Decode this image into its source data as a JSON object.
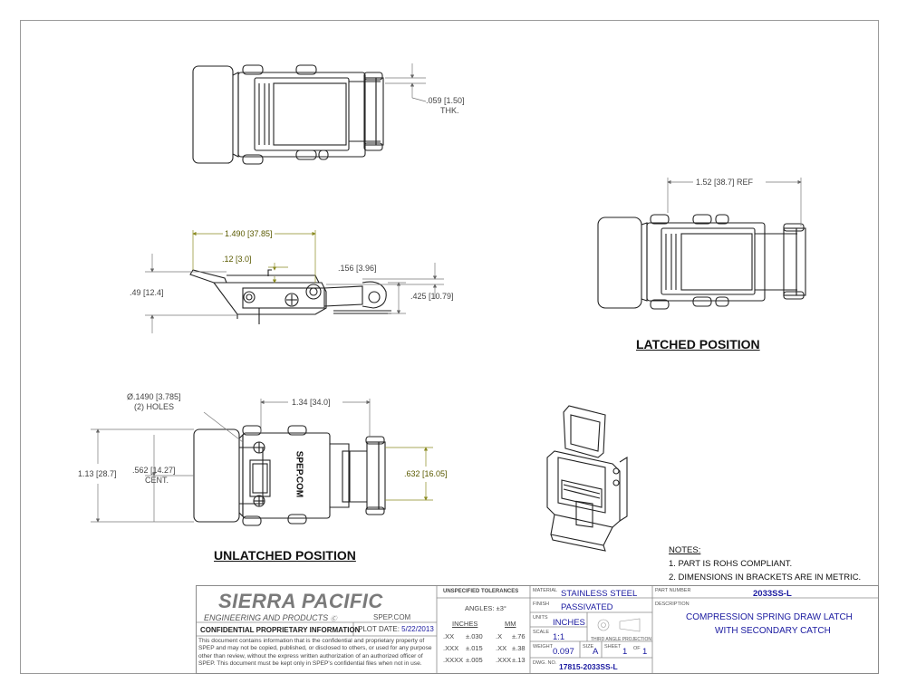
{
  "views": {
    "top": {
      "thk_dim": ".059 [1.50]",
      "thk_label": "THK."
    },
    "side": {
      "length_dim": "1.490 [37.85]",
      "gap_dim": ".12 [3.0]",
      "height_dim": ".49 [12.4]",
      "offset_dim": ".156 [3.96]",
      "hook_dim": ".425 [10.79]"
    },
    "unlatched_plan": {
      "hole_dim": "Ø.1490 [3.785]",
      "hole_count": "(2) HOLES",
      "width_dim": "1.34 [34.0]",
      "overall_dim": "1.13 [28.7]",
      "cent_dim": ".562 [14.27]",
      "cent_label": "CENT.",
      "bracket_dim": ".632 [16.05]",
      "stamp": "SPEP.COM"
    },
    "latched": {
      "ref_dim": "1.52 [38.7] REF"
    },
    "unlatched_title": "UNLATCHED POSITION",
    "latched_title": "LATCHED POSITION"
  },
  "notes": {
    "heading": "NOTES:",
    "items": [
      "1.   PART IS ROHS COMPLIANT.",
      "2.   DIMENSIONS IN BRACKETS ARE IN METRIC."
    ]
  },
  "title_block": {
    "company": "SIERRA PACIFIC",
    "company_sub": "ENGINEERING AND PRODUCTS",
    "website": "SPEP.COM",
    "confidential_label": "CONFIDENTIAL PROPRIETARY INFORMATION",
    "plot_date_label": "PLOT DATE:",
    "plot_date": "5/22/2013",
    "confidential_text": "This document contains information that is the confidential and proprietary property of SPEP and may not be copied, published, or disclosed to others, or used for any purpose other than review, without the express written authorization of an authorized officer of SPEP. This document must be kept only in SPEP's confidential files when not in use.",
    "tolerances_label": "UNSPECIFIED TOLERANCES",
    "angles": "ANGLES: ±3°",
    "tol_inches_head": "INCHES",
    "tol_mm_head": "MM",
    "tolerances": [
      {
        "in_fmt": ".XX",
        "in_val": "±.030",
        "mm_fmt": ".X",
        "mm_val": "±.76"
      },
      {
        "in_fmt": ".XXX",
        "in_val": "±.015",
        "mm_fmt": ".XX",
        "mm_val": "±.38"
      },
      {
        "in_fmt": ".XXXX",
        "in_val": "±.005",
        "mm_fmt": ".XXX",
        "mm_val": "±.13"
      }
    ],
    "material_label": "MATERIAL",
    "material": "STAINLESS STEEL",
    "finish_label": "FINISH",
    "finish": "PASSIVATED",
    "units_label": "UNITS",
    "units": "INCHES",
    "scale_label": "SCALE",
    "scale": "1:1",
    "projection_label": "THIRD ANGLE PROJECTION",
    "weight_label": "WEIGHT",
    "weight": "0.097",
    "size_label": "SIZE",
    "size": "A",
    "sheet_label": "SHEET",
    "sheet": "1",
    "of_label": "OF",
    "sheet_total": "1",
    "dwg_label": "DWG. NO.",
    "dwg_no": "17815-2033SS-L",
    "part_label": "PART NUMBER",
    "part_number": "2033SS-L",
    "desc_label": "DESCRIPTION",
    "description_1": "COMPRESSION SPRING DRAW LATCH",
    "description_2": "WITH SECONDARY CATCH"
  }
}
